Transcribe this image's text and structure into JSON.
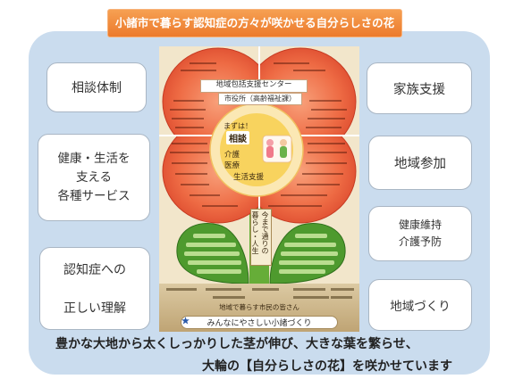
{
  "title": "小諸市で暮らす認知症の方々が咲かせる自分らしさの花",
  "left_boxes": [
    {
      "lines": [
        "相談体制"
      ]
    },
    {
      "lines": [
        "健康・生活を",
        "支える",
        "各種サービス"
      ]
    },
    {
      "lines": [
        "認知症への",
        "正しい理解"
      ]
    }
  ],
  "right_boxes": [
    {
      "lines": [
        "家族支援"
      ]
    },
    {
      "lines": [
        "地域参加"
      ]
    },
    {
      "lines": [
        "健康維持",
        "介護予防"
      ]
    },
    {
      "lines": [
        "地域づくり"
      ]
    }
  ],
  "flower": {
    "header": "地域包括支援センター",
    "subheader": "市役所（高齢福祉課）",
    "center": {
      "first": "まずは！",
      "consult": "相談",
      "care": "介護",
      "medical": "医療",
      "life_support": "生活支援"
    },
    "stem_sign": [
      "今まで通りの",
      "暮らし・人生"
    ],
    "soil_caption": "地域で暮らす市民の皆さん",
    "soil_banner": "みんなにやさしい小諸づくり",
    "soil_banner_icon": "star-icon"
  },
  "caption": [
    "豊かな大地から太くしっかりした茎が伸び、大きな葉を繁らせ、",
    "大輪の【自分らしさの花】を咲かせています"
  ],
  "colors": {
    "panel": "#cadcee",
    "title_banner": "#f08a3a",
    "petal": "#e95a35",
    "center": "#f8d35e",
    "leaf": "#4e9a2e",
    "soil": "#c9b083"
  }
}
